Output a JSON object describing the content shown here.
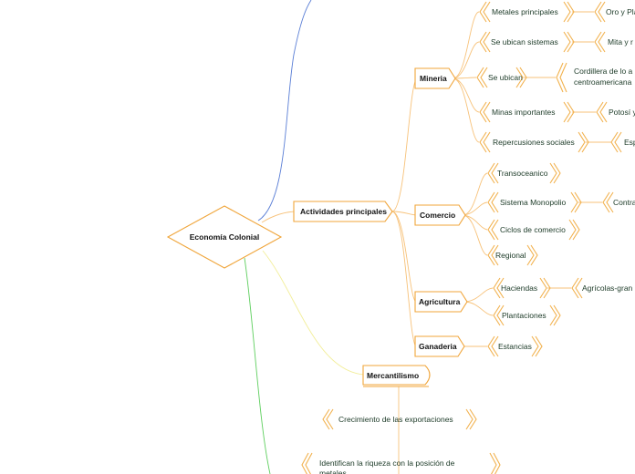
{
  "root": {
    "label": "Economía Colonial"
  },
  "branches": {
    "actividades": {
      "label": "Actividades principales"
    },
    "mercantilismo": {
      "label": "Mercantilismo"
    }
  },
  "mineria": {
    "label": "Mineria",
    "items": {
      "metales": {
        "label": "Metales principales",
        "child": "Oro y Pla"
      },
      "sistemas": {
        "label": "Se ubican sistemas",
        "child": "Mita y r"
      },
      "ubican": {
        "label": "Se ubican",
        "child_line1": "Cordillera de lo a",
        "child_line2": "centroamericana"
      },
      "minas": {
        "label": "Minas importantes",
        "child": "Potosí y"
      },
      "repercusiones": {
        "label": "Repercusiones sociales",
        "child": "Esp"
      }
    }
  },
  "comercio": {
    "label": "Comercio",
    "items": {
      "transoceanico": {
        "label": "Transoceanico"
      },
      "monopolio": {
        "label": "Sistema Monopolio",
        "child": "Contra"
      },
      "ciclos": {
        "label": "Ciclos de comercio"
      },
      "regional": {
        "label": "Regional"
      }
    }
  },
  "agricultura": {
    "label": "Agricultura",
    "items": {
      "haciendas": {
        "label": "Haciendas",
        "child": "Agrícolas-gran"
      },
      "plantaciones": {
        "label": "Plantaciones"
      }
    }
  },
  "ganaderia": {
    "label": "Ganaderia",
    "items": {
      "estancias": {
        "label": "Estancias"
      }
    }
  },
  "mercantilismo_items": {
    "crecimiento": {
      "label": "Crecimiento de las exportaciones"
    },
    "riqueza": {
      "label_line1": "Identifican la riqueza con la posición de",
      "label_line2": "metales"
    }
  },
  "colors": {
    "connector": "#f7c27a",
    "bracket": "#f2b24f",
    "box_border": "#f0a53a",
    "branch_blue": "#5b7fd6",
    "branch_green": "#5fcf5f",
    "branch_yellow": "#f2ee9a",
    "text": "#1c3a27"
  }
}
